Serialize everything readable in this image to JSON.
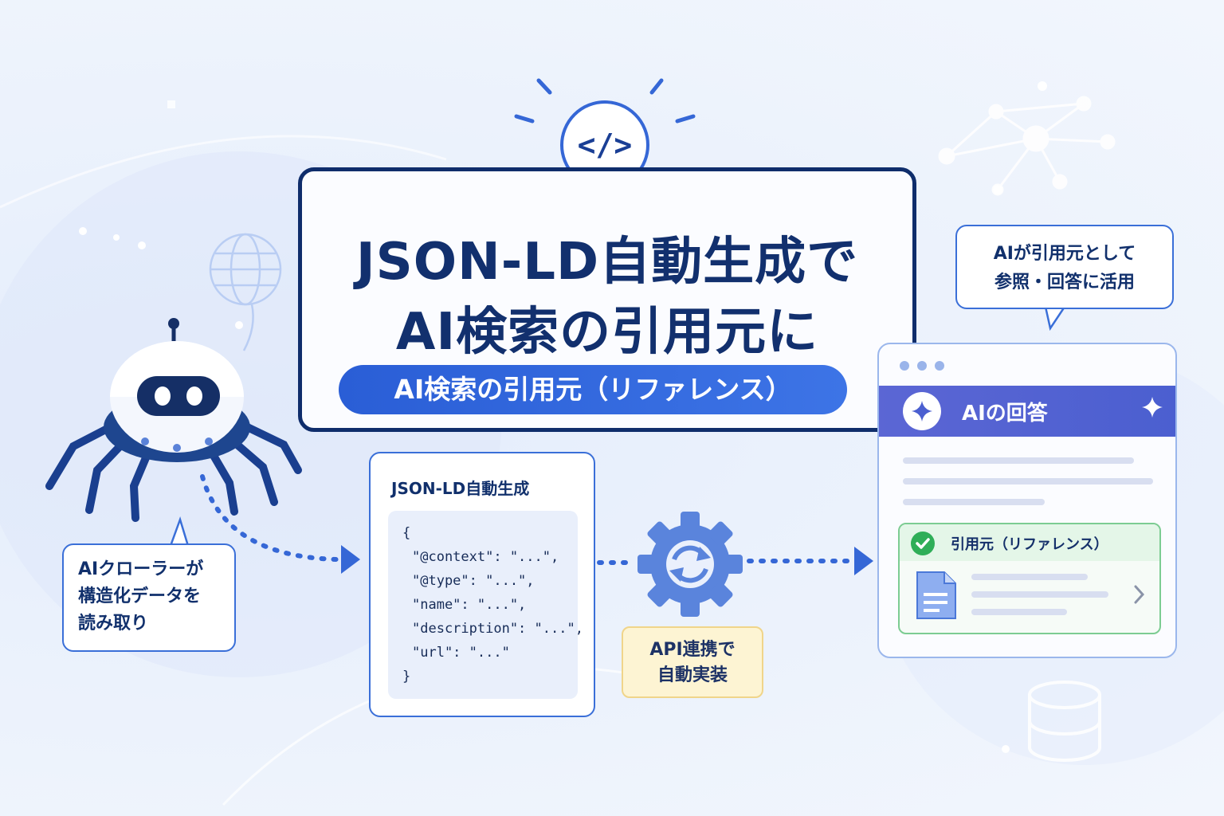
{
  "title": {
    "line1": "JSON-LD自動生成で",
    "line2": "AI検索の引用元に",
    "pill": "AI検索の引用元（リファレンス）",
    "code_icon": "</>"
  },
  "crawler": {
    "icon": "spider-robot-icon",
    "bubble_lines": [
      "AIクローラーが",
      "構造化データを",
      "読み取り"
    ]
  },
  "json_card": {
    "title": "JSON-LD自動生成",
    "code_lines": [
      "{",
      "\"@context\": \"...\",",
      "\"@type\": \"...\",",
      "\"name\": \"...\",",
      "\"description\": \"...\",",
      "\"url\": \"...\"",
      "}"
    ]
  },
  "api_box": {
    "lines": [
      "API連携で",
      "自動実装"
    ],
    "icon": "gear-sync-icon"
  },
  "ai_bubble": {
    "lines": [
      "AIが引用元として",
      "参照・回答に活用"
    ]
  },
  "ai_panel": {
    "header": "AIの回答",
    "reference_label": "引用元（リファレンス）",
    "icons": [
      "sparkle-icon",
      "check-icon",
      "document-icon",
      "chevron-right-icon"
    ]
  },
  "decor_icons": [
    "globe-icon",
    "network-icon",
    "database-icon"
  ],
  "colors": {
    "navy": "#0f2d6b",
    "primary": "#3567d6",
    "panel_header": "#5b66d4",
    "success": "#2fae58",
    "api_bg": "#fdf4d3"
  }
}
